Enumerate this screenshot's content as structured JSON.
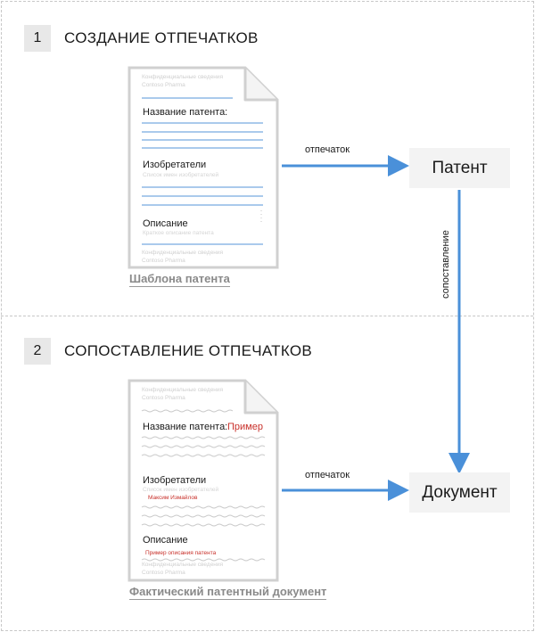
{
  "step1": {
    "number": "1",
    "title": "СОЗДАНИЕ ОТПЕЧАТКОВ"
  },
  "step2": {
    "number": "2",
    "title": "СОПОСТАВЛЕНИЕ ОТПЕЧАТКОВ"
  },
  "template_doc": {
    "watermark_top_1": "Конфиденциальные сведения",
    "watermark_top_2": "Contoso Pharma",
    "field_title": "Название патента:",
    "field_inventors": "Изобретатели",
    "inventors_hint": "Список имен изобретателей",
    "field_description": "Описание",
    "description_hint": "Краткое описание патента",
    "watermark_bottom_1": "Конфиденциальные сведения",
    "watermark_bottom_2": "Contoso Pharma",
    "caption": "Шаблона патента"
  },
  "actual_doc": {
    "watermark_top_1": "Конфиденциальные сведения",
    "watermark_top_2": "Contoso Pharma",
    "field_title": "Название патента:",
    "title_value": "Пример",
    "field_inventors": "Изобретатели",
    "inventors_hint": "Список имен изобретателей",
    "inventors_value": "Максим Измайлов",
    "field_description": "Описание",
    "description_value": "Пример описания патента",
    "watermark_bottom_1": "Конфиденциальные сведения",
    "watermark_bottom_2": "Contoso Pharma",
    "caption": "Фактический патентный документ"
  },
  "arrows": {
    "fingerprint_1": "отпечаток",
    "fingerprint_2": "отпечаток",
    "match": "сопоставление"
  },
  "boxes": {
    "patent": "Патент",
    "document": "Документ"
  },
  "colors": {
    "arrow": "#4a90d9",
    "line_blue": "#8db8e6",
    "red": "#c8302a",
    "gray_text": "#c4c4c4"
  }
}
